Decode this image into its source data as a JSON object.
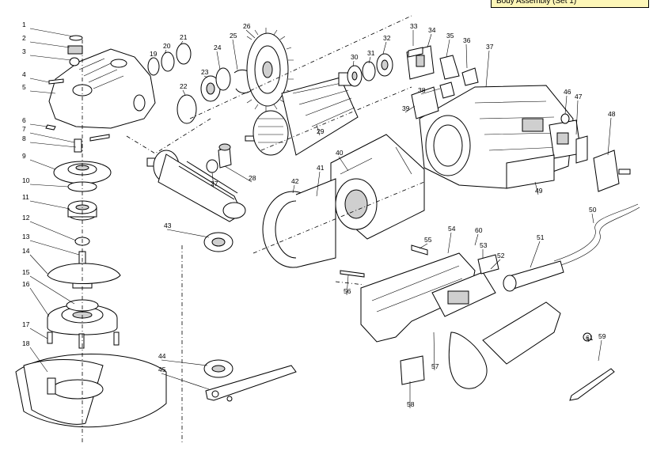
{
  "header_badge": "Body Assembly (Set 1)",
  "callouts": [
    "1",
    "2",
    "3",
    "4",
    "5",
    "6",
    "7",
    "8",
    "9",
    "10",
    "11",
    "12",
    "13",
    "14",
    "15",
    "16",
    "17",
    "18",
    "19",
    "20",
    "21",
    "22",
    "23",
    "24",
    "25",
    "26",
    "27",
    "28",
    "29",
    "30",
    "31",
    "32",
    "33",
    "34",
    "35",
    "36",
    "37",
    "38",
    "39",
    "40",
    "41",
    "42",
    "43",
    "44",
    "45",
    "46",
    "47",
    "48",
    "49",
    "50",
    "51",
    "52",
    "53",
    "54",
    "55",
    "56",
    "57",
    "58",
    "59",
    "60",
    "61"
  ]
}
